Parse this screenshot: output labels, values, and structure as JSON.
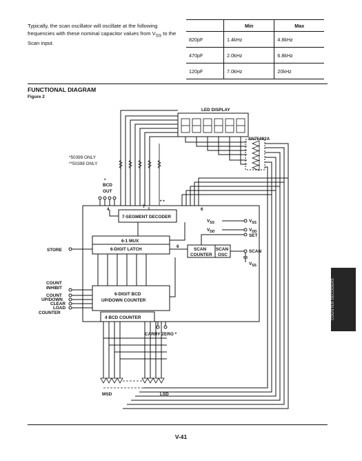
{
  "intro": {
    "text_before": "Typically, the scan oscillator will oscillate at the following frequencies with these nominal capacitor values from V",
    "vss_sub": "SS",
    "text_after": " to the Scan input."
  },
  "freq_table": {
    "headers": [
      "",
      "Min",
      "Max"
    ],
    "rows": [
      [
        "820pF",
        "1.4kHz",
        "4.8kHz"
      ],
      [
        "470pF",
        "2.0kHz",
        "6.8kHz"
      ],
      [
        "120pF",
        "7.0kHz",
        "20kHz"
      ]
    ]
  },
  "section": {
    "title": "FUNCTIONAL DIAGRAM",
    "figure": "Figure 2"
  },
  "diagram": {
    "led_display": "LED DISPLAY",
    "driver_ic": "SN75492A",
    "note_1": "*50399 ONLY",
    "note_2": "**50398 ONLY",
    "bcd_out_star": "*",
    "bcd_label": "BCD",
    "out_label": "OUT",
    "double_star": "* *",
    "bus_7": "7",
    "bus_4": "4",
    "bus_6a": "6",
    "bus_6b": "6",
    "seg_decoder": "7-SEGMENT DECODER",
    "mux": "6-1 MUX",
    "latch": "6-DIGIT LATCH",
    "store": "STORE",
    "vss_main": "V",
    "vss_sub": "SS",
    "vdd_main": "V",
    "vdd_sub": "DD",
    "vss_pin": "V",
    "vdd_pin": "V",
    "set_pin": "SET",
    "scan_counter_1": "SCAN",
    "scan_counter_2": "COUNTER",
    "scan_osc_1": "SCAN",
    "scan_osc_2": "OSC",
    "scan_pin": "SCAN",
    "vss_cap": "V",
    "count_inhibit_1": "COUNT",
    "count_inhibit_2": "INHIBIT",
    "count": "COUNT",
    "up_down": "UP/DOWN",
    "clear": "CLEAR",
    "load": "LOAD",
    "counter_pin": "COUNTER",
    "bcd_counter_1": "6-DIGIT BCD",
    "bcd_counter_2": "UP/DOWN COUNTER",
    "four_bcd": "4 BCD COUNTER",
    "carry_zero": "CARRY ZERO *",
    "msd": "MSD",
    "lsd": "LSD",
    "seven_seg_digits": [
      "8",
      "8",
      "8",
      "8",
      "8",
      "8"
    ]
  },
  "side_tab": "COUNTER DECODERS",
  "page_number": "V-41"
}
